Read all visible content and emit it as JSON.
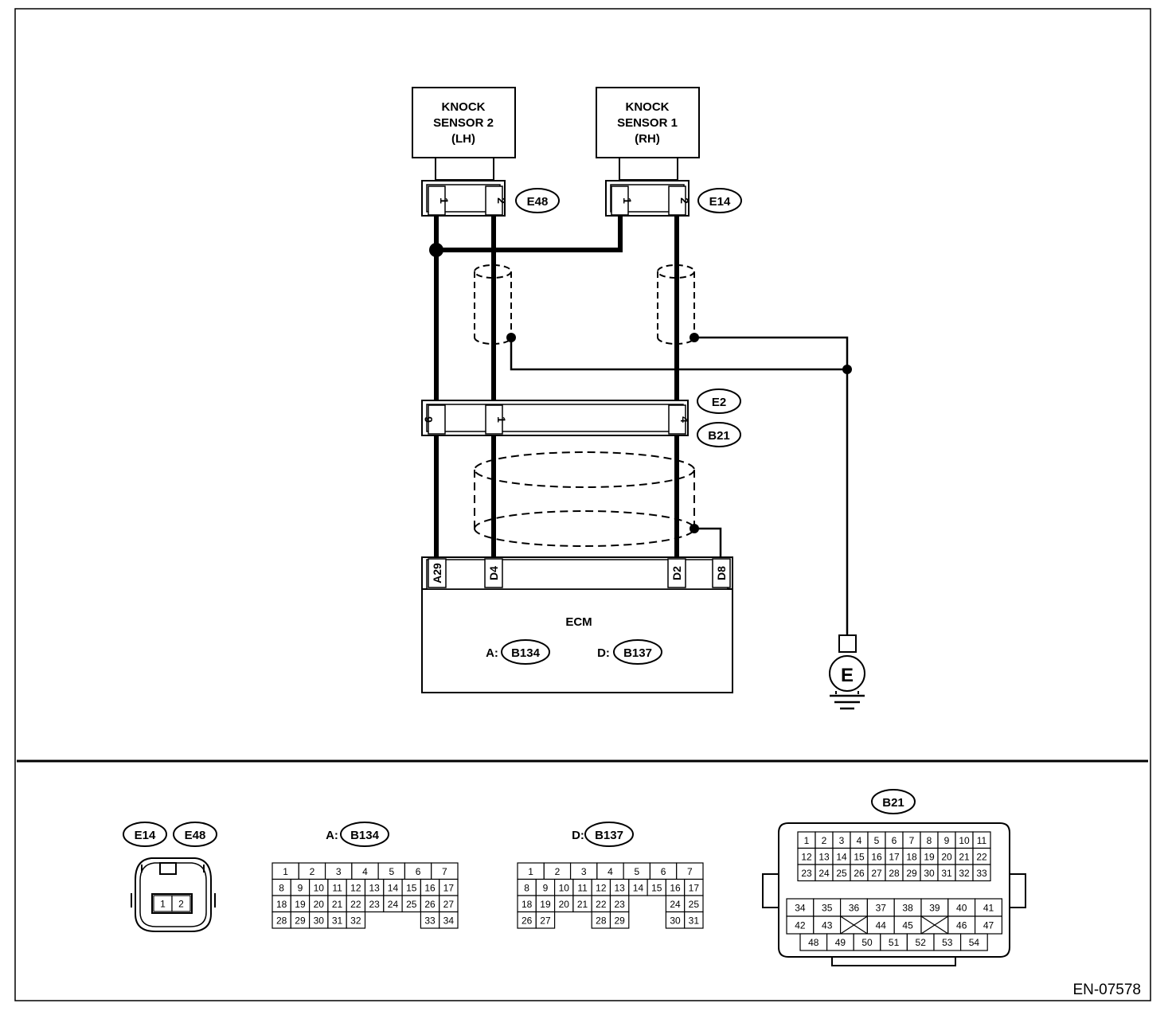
{
  "components": {
    "knock_sensor_2": [
      "KNOCK",
      "SENSOR 2",
      "(LH)"
    ],
    "knock_sensor_1": [
      "KNOCK",
      "SENSOR 1",
      "(RH)"
    ],
    "ecm": {
      "title": "ECM",
      "conn_a_prefix": "A:",
      "conn_a": "B134",
      "conn_d_prefix": "D:",
      "conn_d": "B137"
    },
    "ground_symbol": "E"
  },
  "connector_tags": {
    "e48": "E48",
    "e14": "E14",
    "e2": "E2",
    "b21": "B21"
  },
  "pins": {
    "e48": [
      "1",
      "2"
    ],
    "e14": [
      "1",
      "2"
    ],
    "e2b21": [
      "6",
      "1",
      "4"
    ],
    "ecm": [
      "A29",
      "D4",
      "D2",
      "D8"
    ]
  },
  "views": {
    "sensor": {
      "tags": [
        "E14",
        "E48"
      ],
      "cells": [
        "1",
        "2"
      ]
    },
    "b134": {
      "prefix": "A:",
      "tag": "B134",
      "rows": [
        [
          "1",
          "2",
          "3",
          "4",
          "5",
          "6",
          "7"
        ],
        [
          "8",
          "9",
          "10",
          "11",
          "12",
          "13",
          "14",
          "15",
          "16",
          "17"
        ],
        [
          "18",
          "19",
          "20",
          "21",
          "22",
          "23",
          "24",
          "25",
          "26",
          "27"
        ],
        [
          "28",
          "29",
          "30",
          "31",
          "32",
          "",
          "",
          "",
          "33",
          "34"
        ]
      ]
    },
    "b137": {
      "prefix": "D:",
      "tag": "B137",
      "rows": [
        [
          "1",
          "2",
          "3",
          "4",
          "5",
          "6",
          "7"
        ],
        [
          "8",
          "9",
          "10",
          "11",
          "12",
          "13",
          "14",
          "15",
          "16",
          "17"
        ],
        [
          "18",
          "19",
          "20",
          "21",
          "22",
          "23",
          "",
          "",
          "24",
          "25"
        ],
        [
          "26",
          "27",
          "",
          "",
          "28",
          "29",
          "",
          "",
          "30",
          "31"
        ]
      ]
    },
    "b21": {
      "tag": "B21",
      "rows": [
        [
          "1",
          "2",
          "3",
          "4",
          "5",
          "6",
          "7",
          "8",
          "9",
          "10",
          "11"
        ],
        [
          "12",
          "13",
          "14",
          "15",
          "16",
          "17",
          "18",
          "19",
          "20",
          "21",
          "22"
        ],
        [
          "23",
          "24",
          "25",
          "26",
          "27",
          "28",
          "29",
          "30",
          "31",
          "32",
          "33"
        ],
        [
          "34",
          "35",
          "36",
          "37",
          "38",
          "39",
          "40",
          "41"
        ],
        [
          "42",
          "43",
          "",
          "44",
          "45",
          "",
          "46",
          "47"
        ],
        [
          "48",
          "49",
          "50",
          "51",
          "52",
          "53",
          "54"
        ]
      ]
    }
  },
  "reference": "EN-07578"
}
